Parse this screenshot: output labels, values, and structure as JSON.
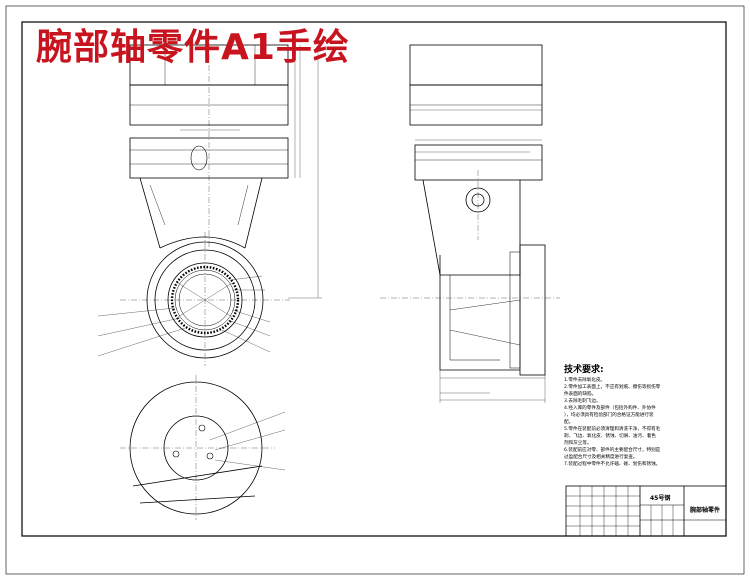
{
  "title": "腕部轴零件A1手绘",
  "technical_notes": {
    "heading": "技术要求:",
    "lines": [
      "1.零件去除氧化皮。",
      "2.零件加工表面上，不应有划痕、擦伤等损伤零",
      "件表面的缺陷。",
      "3.去除毛刺飞边。",
      "4.经入库的零件及部件（包括外购件、外协件",
      "），均必须具有检验部门的合格证方能进行装",
      "配。",
      "5.零件在装配前必须清理和清洗干净，不得有毛",
      "刺、飞边、氧化皮、锈蚀、切屑、油污、着色",
      "剂和灰尘等。",
      "6.装配前应对零、部件的主要配合尺寸，特别是",
      "过盈配合尺寸及相关精度进行复查。",
      "7.装配过程中零件不允许磕、碰、划伤和锈蚀。"
    ]
  },
  "title_block": {
    "material": "45号钢",
    "part_name": "腕部轴零件"
  },
  "colors": {
    "title_red": "#c8141e",
    "line": "#000000"
  }
}
